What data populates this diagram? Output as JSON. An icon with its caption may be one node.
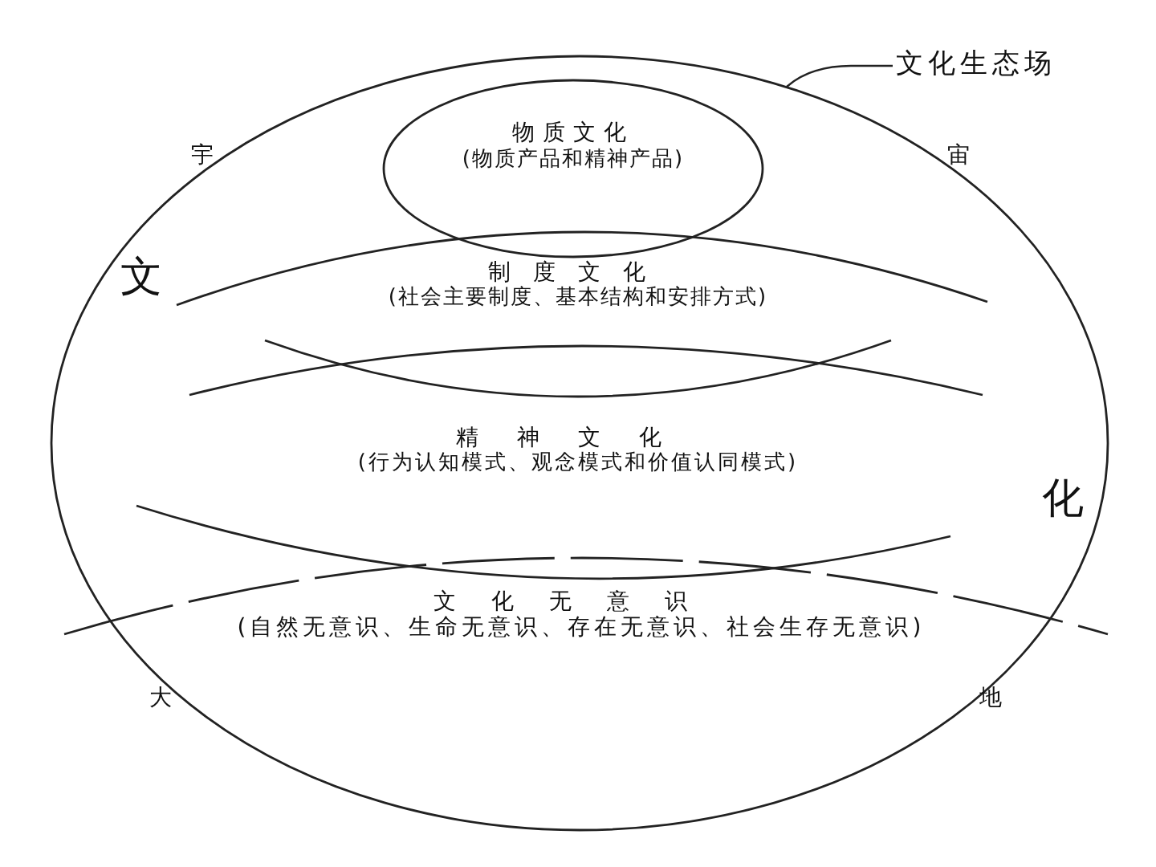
{
  "diagram": {
    "nodes": [
      {
        "text": [
          "文化生态场"
        ]
      },
      {
        "text": [],
        "shape": "circle"
      },
      {
        "text": [
          "物质文化",
          "(物质产品和精神产品)"
        ],
        "in": 1
      },
      {
        "text": [
          "制度文化",
          "(社会主要制度、基本结构和安排方式)"
        ],
        "in": 1
      },
      {
        "text": [
          "精神文化",
          "(行为认知模式、观念模式和价值认同模式)"
        ],
        "in": 1
      },
      {
        "text": [
          "文化无意识",
          "(自然无意识、生命无意识、存在无意识、社会生存无意识)"
        ],
        "in": 1
      }
    ],
    "edges": [
      {
        "from": 0,
        "to": 1,
        "arrow": "none"
      }
    ],
    "labels": [
      "宇",
      "宙",
      "文",
      "化",
      "大",
      "地"
    ]
  }
}
